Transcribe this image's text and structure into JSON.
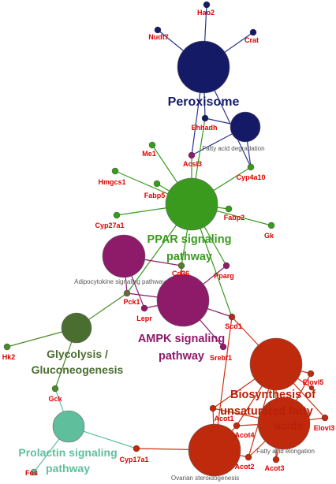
{
  "colors": {
    "navy": "#141a66",
    "green": "#3a9a1e",
    "magenta": "#8e1a6a",
    "olive": "#4a6e30",
    "red": "#c02a0c",
    "teal": "#5fbf9c",
    "gene_text": "#e00000",
    "small_text": "#555555"
  },
  "terms": {
    "peroxisome": {
      "label": "Peroxisome",
      "color": "navy"
    },
    "fatty_acid_degradation": {
      "label": "Fatty acid degradation",
      "color": "navy"
    },
    "ppar_signaling": {
      "label_line1": "PPAR signaling",
      "label_line2": "pathway",
      "color": "green"
    },
    "adipocytokine": {
      "label": "Adipocytokine signaling pathway",
      "color": "magenta"
    },
    "ampk_signaling": {
      "label_line1": "AMPK signaling",
      "label_line2": "pathway",
      "color": "magenta"
    },
    "glycolysis": {
      "label_line1": "Glycolysis /",
      "label_line2": "Gluconeogenesis",
      "color": "olive"
    },
    "biosynthesis_ufa": {
      "label_line1": "Biosynthesis of",
      "label_line2": "unsaturated fatty",
      "label_line3": "acids",
      "color": "red"
    },
    "fatty_acid_elongation": {
      "label": "Fatty acid elongation",
      "color": "red"
    },
    "ovarian_steroidogenesis": {
      "label": "Ovarian steroidogenesis",
      "color": "red"
    },
    "prolactin_signaling": {
      "label_line1": "Prolactin signaling",
      "label_line2": "pathway",
      "color": "teal"
    }
  },
  "genes": [
    {
      "id": "hao2",
      "label": "Hao2"
    },
    {
      "id": "nudt7",
      "label": "Nudt7"
    },
    {
      "id": "crat",
      "label": "Crat"
    },
    {
      "id": "ehhadh",
      "label": "Ehhadh"
    },
    {
      "id": "me1",
      "label": "Me1"
    },
    {
      "id": "acsl3",
      "label": "Acsl3"
    },
    {
      "id": "cyp4a10",
      "label": "Cyp4a10"
    },
    {
      "id": "hmgcs1",
      "label": "Hmgcs1"
    },
    {
      "id": "fabp5",
      "label": "Fabp5"
    },
    {
      "id": "fabp2",
      "label": "Fabp2"
    },
    {
      "id": "cyp27a1",
      "label": "Cyp27a1"
    },
    {
      "id": "gk",
      "label": "Gk"
    },
    {
      "id": "cd36",
      "label": "Cd36"
    },
    {
      "id": "pparg",
      "label": "Pparg"
    },
    {
      "id": "pck1",
      "label": "Pck1"
    },
    {
      "id": "lepr",
      "label": "Lepr"
    },
    {
      "id": "scd1",
      "label": "Scd1"
    },
    {
      "id": "srebf1",
      "label": "Srebf1"
    },
    {
      "id": "hk2",
      "label": "Hk2"
    },
    {
      "id": "gck",
      "label": "Gck"
    },
    {
      "id": "elovl5",
      "label": "Elovl5"
    },
    {
      "id": "elovl3",
      "label": "Elovl3"
    },
    {
      "id": "acot1",
      "label": "Acot1"
    },
    {
      "id": "acot4",
      "label": "Acot4"
    },
    {
      "id": "acot2",
      "label": "Acot2"
    },
    {
      "id": "acot3",
      "label": "Acot3"
    },
    {
      "id": "cyp17a1",
      "label": "Cyp17a1"
    },
    {
      "id": "fos",
      "label": "Fos"
    }
  ]
}
